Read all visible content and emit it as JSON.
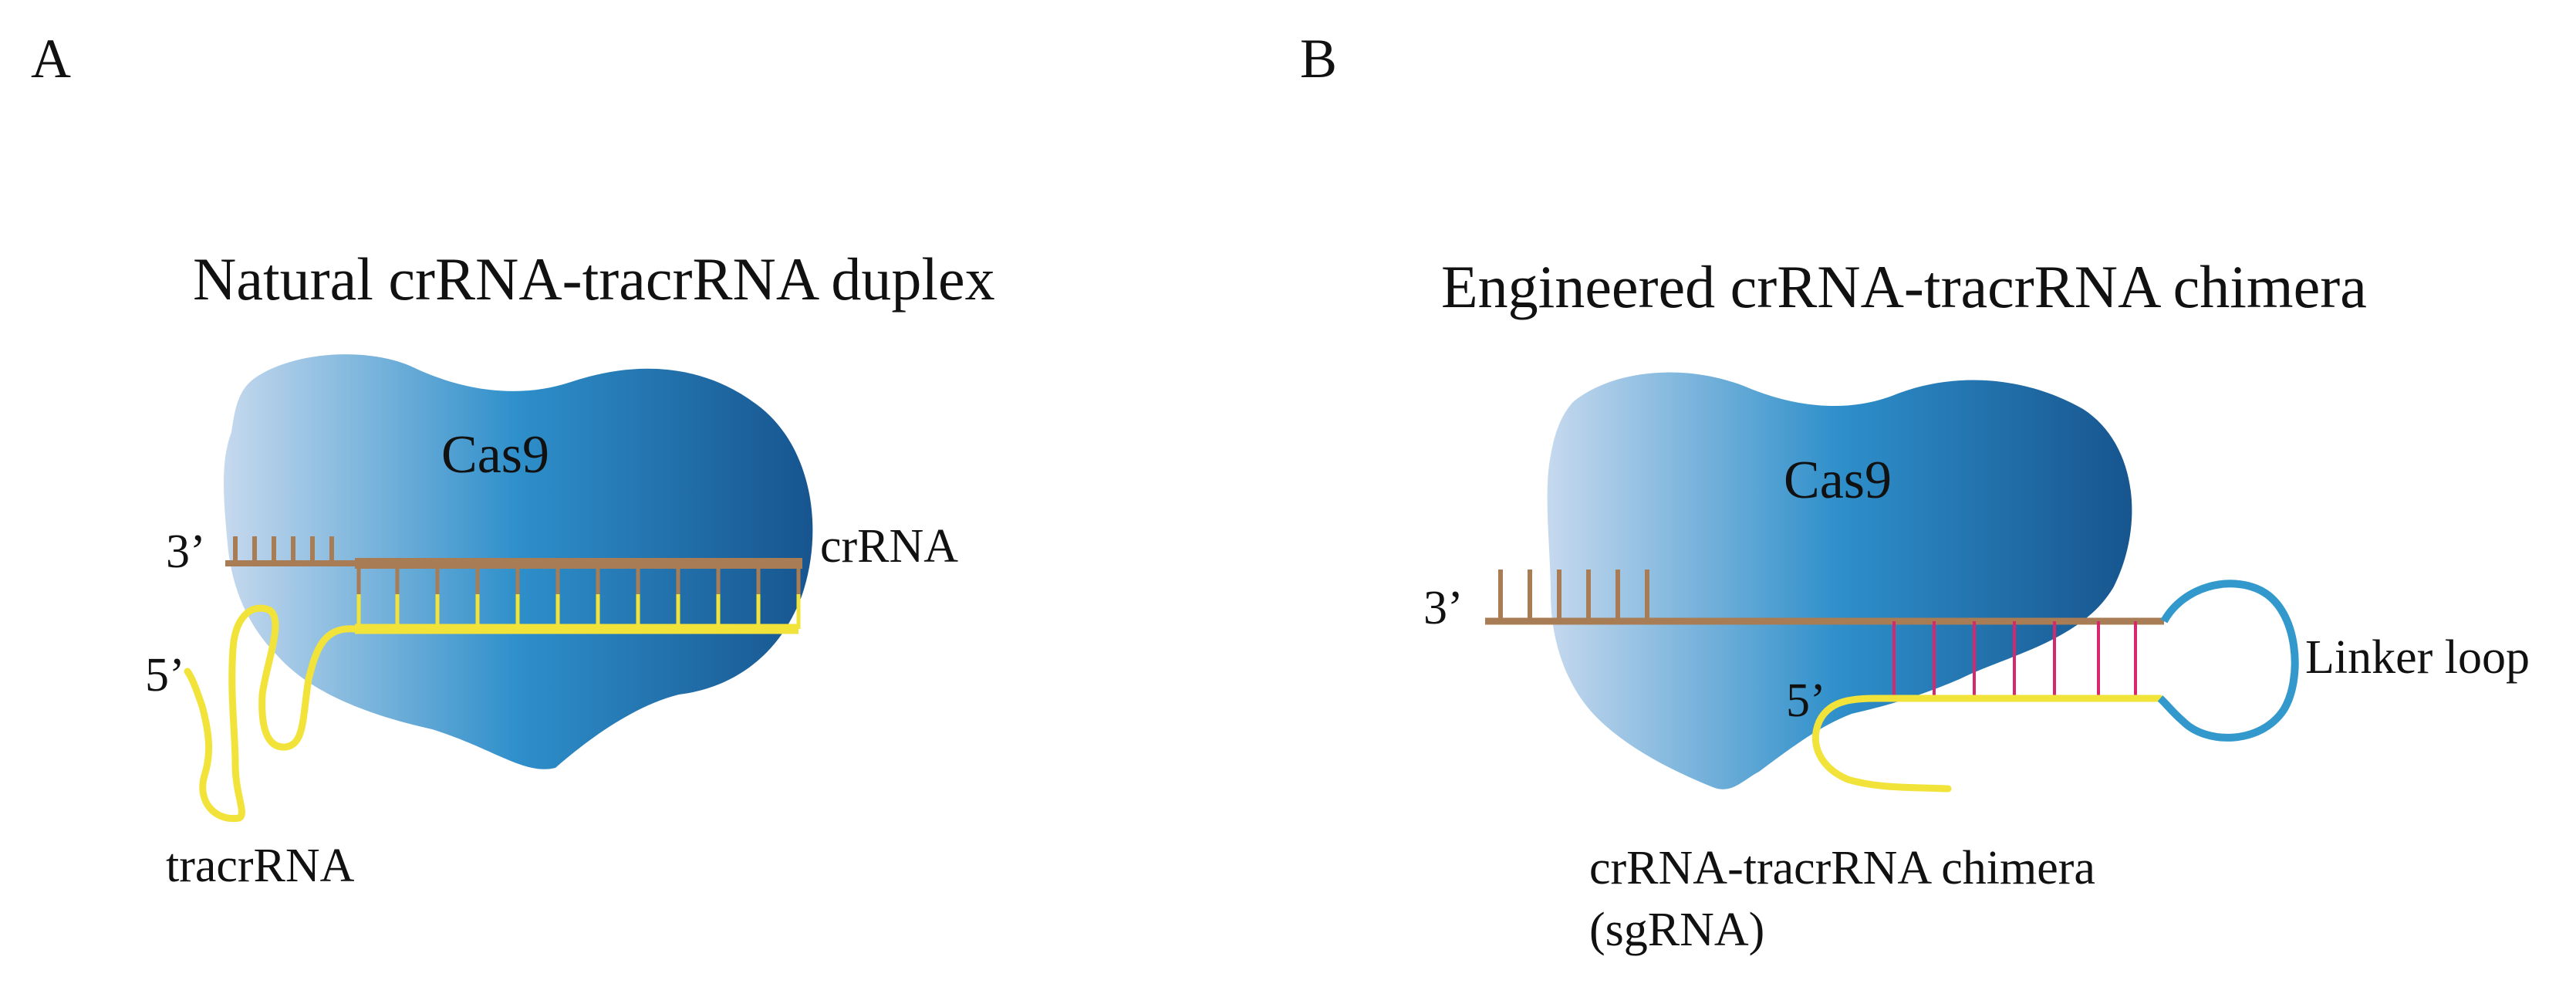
{
  "colors": {
    "cas9_light": "#c6d9ee",
    "cas9_mid": "#2e8fca",
    "cas9_dark": "#17558f",
    "crrna": "#a87c54",
    "tracrrna": "#f2e33a",
    "base_pair_chimera": "#d6286f",
    "linker_loop": "#3399cc"
  },
  "panel_a": {
    "letter": "A",
    "title": "Natural crRNA-tracrRNA duplex",
    "protein_label": "Cas9",
    "crrna_label": "crRNA",
    "three_prime_label": "3’",
    "five_prime_label": "5’",
    "tracrrna_label": "tracrRNA"
  },
  "panel_b": {
    "letter": "B",
    "title": "Engineered crRNA-tracrRNA chimera",
    "protein_label": "Cas9",
    "three_prime_label": "3’",
    "five_prime_label": "5’",
    "loop_label": "Linker loop",
    "chimera_label_line1": "crRNA-tracrRNA chimera",
    "chimera_label_line2": "(sgRNA)"
  }
}
